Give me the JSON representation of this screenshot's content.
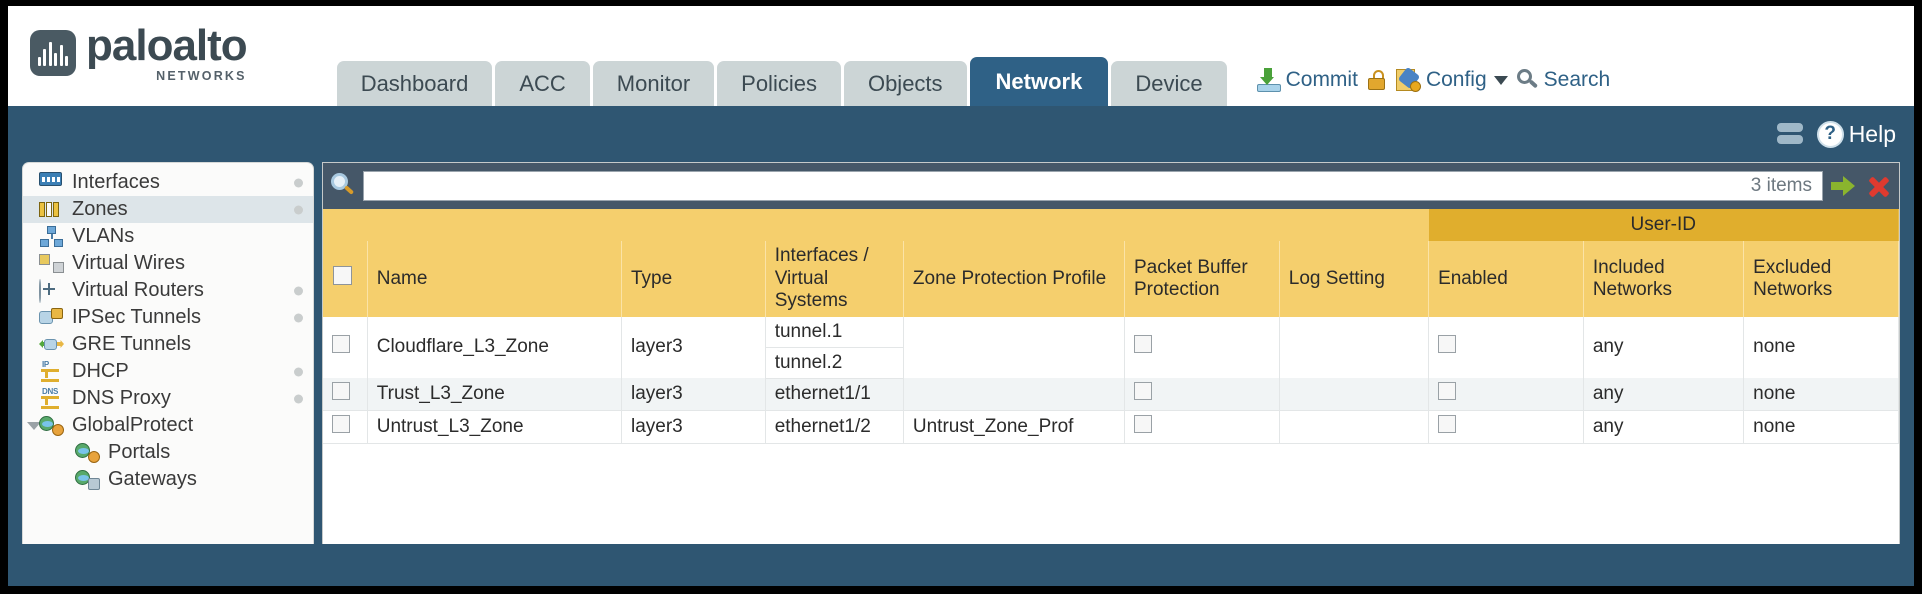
{
  "brand": {
    "name": "paloalto",
    "sub": "NETWORKS"
  },
  "nav": {
    "tabs": [
      {
        "label": "Dashboard",
        "active": false
      },
      {
        "label": "ACC",
        "active": false
      },
      {
        "label": "Monitor",
        "active": false
      },
      {
        "label": "Policies",
        "active": false
      },
      {
        "label": "Objects",
        "active": false
      },
      {
        "label": "Network",
        "active": true
      },
      {
        "label": "Device",
        "active": false
      }
    ],
    "actions": {
      "commit": "Commit",
      "lock_icon": "lock-icon",
      "config": "Config",
      "search": "Search"
    }
  },
  "utilitybar": {
    "refresh_icon": "refresh-icon",
    "help": "Help"
  },
  "sidebar": {
    "items": [
      {
        "label": "Interfaces",
        "icon": "interfaces-icon",
        "selected": false,
        "dot": true,
        "child": false,
        "caret": false
      },
      {
        "label": "Zones",
        "icon": "zones-icon",
        "selected": true,
        "dot": true,
        "child": false,
        "caret": false
      },
      {
        "label": "VLANs",
        "icon": "vlans-icon",
        "selected": false,
        "dot": false,
        "child": false,
        "caret": false
      },
      {
        "label": "Virtual Wires",
        "icon": "virtual-wires-icon",
        "selected": false,
        "dot": false,
        "child": false,
        "caret": false
      },
      {
        "label": "Virtual Routers",
        "icon": "virtual-routers-icon",
        "selected": false,
        "dot": true,
        "child": false,
        "caret": false
      },
      {
        "label": "IPSec Tunnels",
        "icon": "ipsec-tunnels-icon",
        "selected": false,
        "dot": true,
        "child": false,
        "caret": false
      },
      {
        "label": "GRE Tunnels",
        "icon": "gre-tunnels-icon",
        "selected": false,
        "dot": false,
        "child": false,
        "caret": false
      },
      {
        "label": "DHCP",
        "icon": "dhcp-icon",
        "selected": false,
        "dot": true,
        "child": false,
        "caret": false
      },
      {
        "label": "DNS Proxy",
        "icon": "dns-proxy-icon",
        "selected": false,
        "dot": true,
        "child": false,
        "caret": false
      },
      {
        "label": "GlobalProtect",
        "icon": "globalprotect-icon",
        "selected": false,
        "dot": false,
        "child": false,
        "caret": true
      },
      {
        "label": "Portals",
        "icon": "portals-icon",
        "selected": false,
        "dot": false,
        "child": true,
        "caret": false
      },
      {
        "label": "Gateways",
        "icon": "gateways-icon",
        "selected": false,
        "dot": false,
        "child": true,
        "caret": false
      }
    ]
  },
  "toolbar": {
    "search_icon": "search-icon",
    "search_value": "",
    "search_placeholder": "",
    "items_count": "3 items",
    "apply_icon": "apply-filter-arrow-icon",
    "clear_icon": "clear-filter-close-icon"
  },
  "table": {
    "group_header": {
      "label": "User-ID",
      "span": 3
    },
    "columns": [
      "Name",
      "Type",
      "Interfaces / Virtual Systems",
      "Zone Protection Profile",
      "Packet Buffer Protection",
      "Log Setting",
      "Enabled",
      "Included Networks",
      "Excluded Networks"
    ],
    "rows": [
      {
        "checked": false,
        "name": "Cloudflare_L3_Zone",
        "type": "layer3",
        "interfaces": [
          "tunnel.1",
          "tunnel.2"
        ],
        "zone_protection_profile": "",
        "packet_buffer_protection": false,
        "log_setting": "",
        "userid_enabled": false,
        "included_networks": "any",
        "excluded_networks": "none"
      },
      {
        "checked": false,
        "name": "Trust_L3_Zone",
        "type": "layer3",
        "interfaces": [
          "ethernet1/1"
        ],
        "zone_protection_profile": "",
        "packet_buffer_protection": false,
        "log_setting": "",
        "userid_enabled": false,
        "included_networks": "any",
        "excluded_networks": "none"
      },
      {
        "checked": false,
        "name": "Untrust_L3_Zone",
        "type": "layer3",
        "interfaces": [
          "ethernet1/2"
        ],
        "zone_protection_profile": "Untrust_Zone_Prof",
        "packet_buffer_protection": false,
        "log_setting": "",
        "userid_enabled": false,
        "included_networks": "any",
        "excluded_networks": "none"
      }
    ]
  },
  "colors": {
    "header_blue": "#2f5672",
    "tab_active": "#2f6186",
    "tab_inactive": "#ccd5d6",
    "table_header": "#f5cf6d",
    "group_header": "#e0ae2d",
    "link": "#3b7fa8",
    "toolbar": "#455768"
  }
}
